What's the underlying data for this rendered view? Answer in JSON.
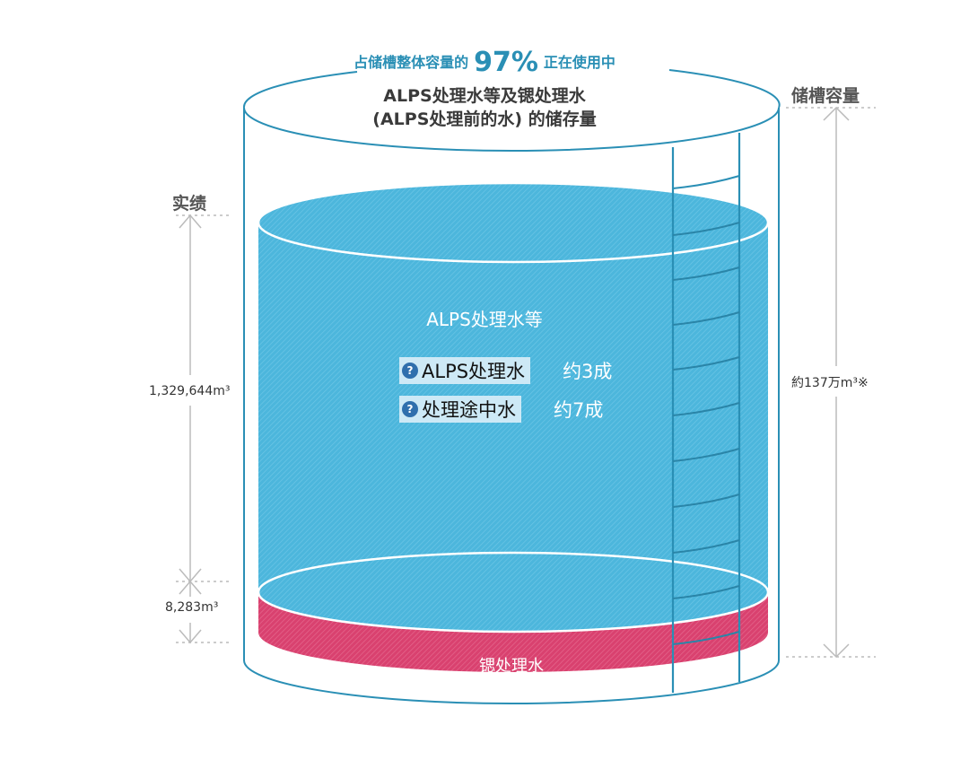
{
  "headline": {
    "prefix": "占储槽整体容量的",
    "percent": "97%",
    "suffix": "正在使用中"
  },
  "tank_title": {
    "line1": "ALPS处理水等及锶处理水",
    "line2": "(ALPS处理前的水) 的储存量"
  },
  "left_axis": {
    "label": "实绩",
    "alps_volume": "1,329,644m³",
    "strontium_volume": "8,283m³"
  },
  "right_axis": {
    "label": "储槽容量",
    "capacity": "約137万m³※"
  },
  "alps_section": {
    "title": "ALPS处理水等",
    "items": [
      {
        "label": "ALPS处理水",
        "ratio": "约3成",
        "icon": "question-icon"
      },
      {
        "label": "处理途中水",
        "ratio": "约7成",
        "icon": "question-icon"
      }
    ]
  },
  "strontium_section": {
    "label": "锶处理水"
  },
  "usage_fraction": 0.97,
  "colors": {
    "outline": "#2a8fb5",
    "alps_water": "#4cb6dc",
    "strontium_water": "#d9416f",
    "chip_bg": "#cde9f6",
    "question_icon": "#2f6fad",
    "axis": "#bbbbbb"
  }
}
